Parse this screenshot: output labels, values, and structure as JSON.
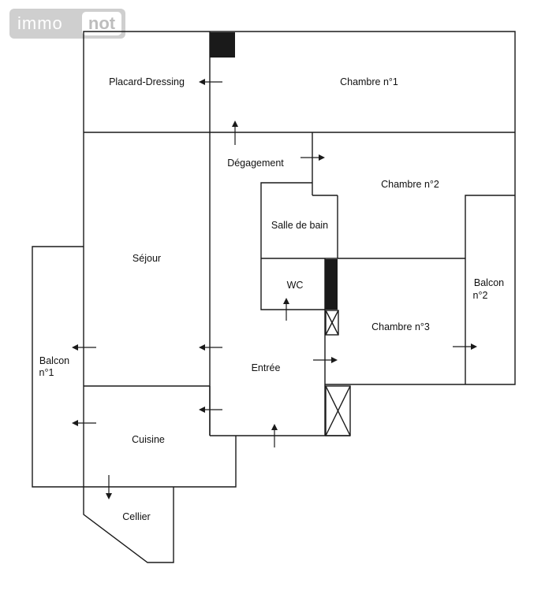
{
  "logo": {
    "part1": "immo",
    "part2": "not"
  },
  "rooms": {
    "placard": "Placard-Dressing",
    "chambre1": "Chambre n°1",
    "degagement": "Dégagement",
    "chambre2": "Chambre n°2",
    "salle_de_bain": "Salle de bain",
    "sejour": "Séjour",
    "wc": "WC",
    "balcon2_line1": "Balcon",
    "balcon2_line2": "n°2",
    "chambre3": "Chambre n°3",
    "balcon1_line1": "Balcon",
    "balcon1_line2": "n°1",
    "entree": "Entrée",
    "cuisine": "Cuisine",
    "cellier": "Cellier"
  },
  "colors": {
    "wall": "#1a1a1a",
    "logo_bg": "#cfcfcf",
    "logo_not": "#bdbdbd"
  }
}
